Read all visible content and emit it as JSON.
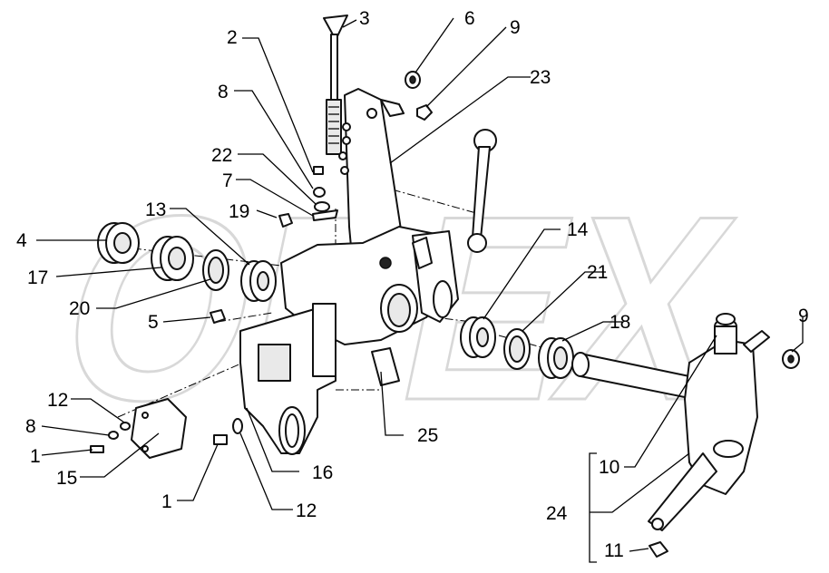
{
  "diagram": {
    "callouts": [
      {
        "id": "c3",
        "text": "3"
      },
      {
        "id": "c2",
        "text": "2"
      },
      {
        "id": "c6",
        "text": "6"
      },
      {
        "id": "c9a",
        "text": "9"
      },
      {
        "id": "c23",
        "text": "23"
      },
      {
        "id": "c8a",
        "text": "8"
      },
      {
        "id": "c22",
        "text": "22"
      },
      {
        "id": "c7",
        "text": "7"
      },
      {
        "id": "c13",
        "text": "13"
      },
      {
        "id": "c19",
        "text": "19"
      },
      {
        "id": "c4",
        "text": "4"
      },
      {
        "id": "c17",
        "text": "17"
      },
      {
        "id": "c20",
        "text": "20"
      },
      {
        "id": "c5",
        "text": "5"
      },
      {
        "id": "c14",
        "text": "14"
      },
      {
        "id": "c21",
        "text": "21"
      },
      {
        "id": "c18",
        "text": "18"
      },
      {
        "id": "c9b",
        "text": "9"
      },
      {
        "id": "c12a",
        "text": "12"
      },
      {
        "id": "c8b",
        "text": "8"
      },
      {
        "id": "c1a",
        "text": "1"
      },
      {
        "id": "c15",
        "text": "15"
      },
      {
        "id": "c25",
        "text": "25"
      },
      {
        "id": "c16",
        "text": "16"
      },
      {
        "id": "c1b",
        "text": "1"
      },
      {
        "id": "c12b",
        "text": "12"
      },
      {
        "id": "c10",
        "text": "10"
      },
      {
        "id": "c24",
        "text": "24"
      },
      {
        "id": "c11",
        "text": "11"
      }
    ],
    "watermark_text": "OPEX"
  }
}
